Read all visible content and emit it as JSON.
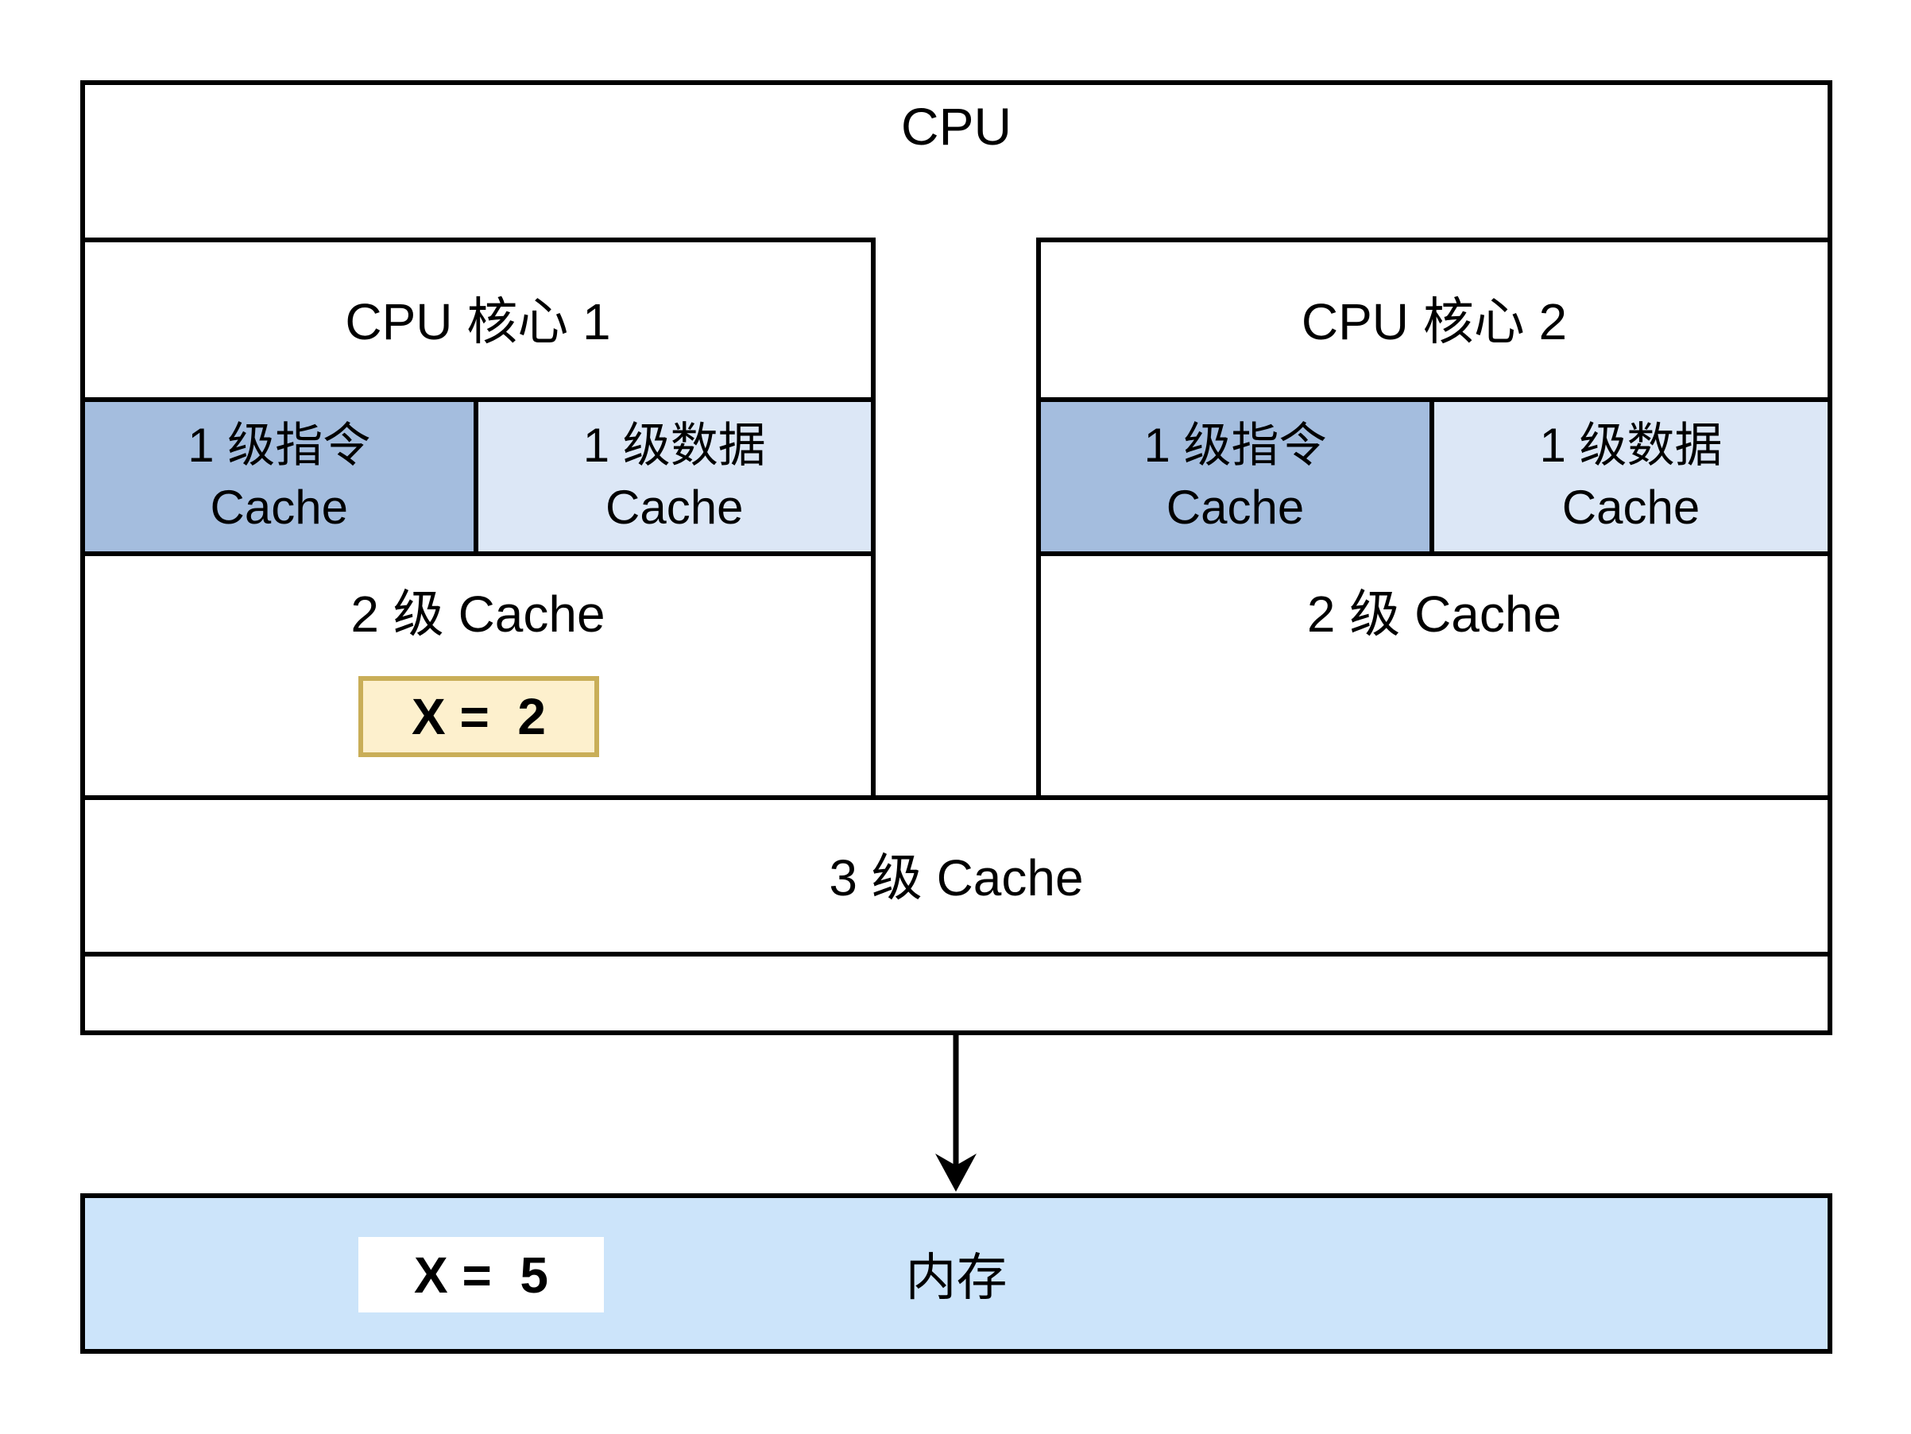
{
  "diagram": {
    "cpu_label": "CPU",
    "cores": [
      {
        "title": "CPU 核心 1",
        "l1_instruction": "1 级指令\nCache",
        "l1_data": "1 级数据\nCache",
        "l2_label": "2 级 Cache",
        "cached_value": "X =  2"
      },
      {
        "title": "CPU 核心 2",
        "l1_instruction": "1 级指令\nCache",
        "l1_data": "1 级数据\nCache",
        "l2_label": "2 级 Cache"
      }
    ],
    "l3_label": "3 级 Cache",
    "memory": {
      "value": "X =  5",
      "label": "内存"
    },
    "colors": {
      "l1_instruction_bg": "#a4bdde",
      "l1_data_bg": "#dce7f6",
      "memory_bg": "#cce4fa",
      "highlight_bg": "#fdf0cd",
      "highlight_border": "#c9ae58",
      "line_color": "#000000"
    }
  }
}
